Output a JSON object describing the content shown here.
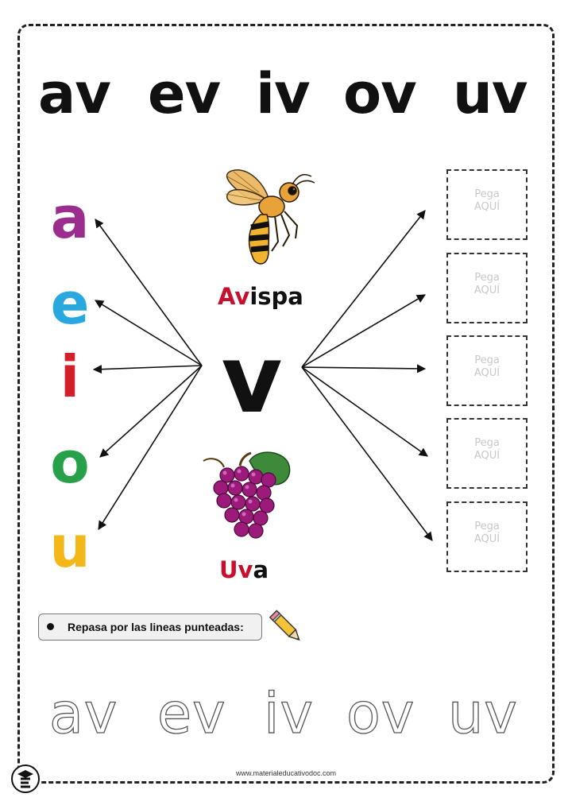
{
  "header": {
    "syllables": [
      "av",
      "ev",
      "iv",
      "ov",
      "uv"
    ]
  },
  "vowels": [
    {
      "letter": "a",
      "color": "#9b2d8f"
    },
    {
      "letter": "e",
      "color": "#29a8e0"
    },
    {
      "letter": "i",
      "color": "#d3202a"
    },
    {
      "letter": "o",
      "color": "#27a04a"
    },
    {
      "letter": "u",
      "color": "#f3b71a"
    }
  ],
  "center": {
    "letter": "v",
    "top_word": {
      "highlight": "Av",
      "rest": "ispa"
    },
    "bottom_word": {
      "highlight": "Uv",
      "rest": "a"
    },
    "highlight_color": "#c8102e"
  },
  "paste_boxes": [
    {
      "line1": "Pega",
      "line2": "AQUÍ"
    },
    {
      "line1": "Pega",
      "line2": "AQUÍ"
    },
    {
      "line1": "Pega",
      "line2": "AQUÍ"
    },
    {
      "line1": "Pega",
      "line2": "AQUÍ"
    },
    {
      "line1": "Pega",
      "line2": "AQUÍ"
    }
  ],
  "instruction": "Repasa por las lineas punteadas:",
  "tracing": [
    "av",
    "ev",
    "iv",
    "ov",
    "uv"
  ],
  "footer": "www.materialeducativodoc.com"
}
